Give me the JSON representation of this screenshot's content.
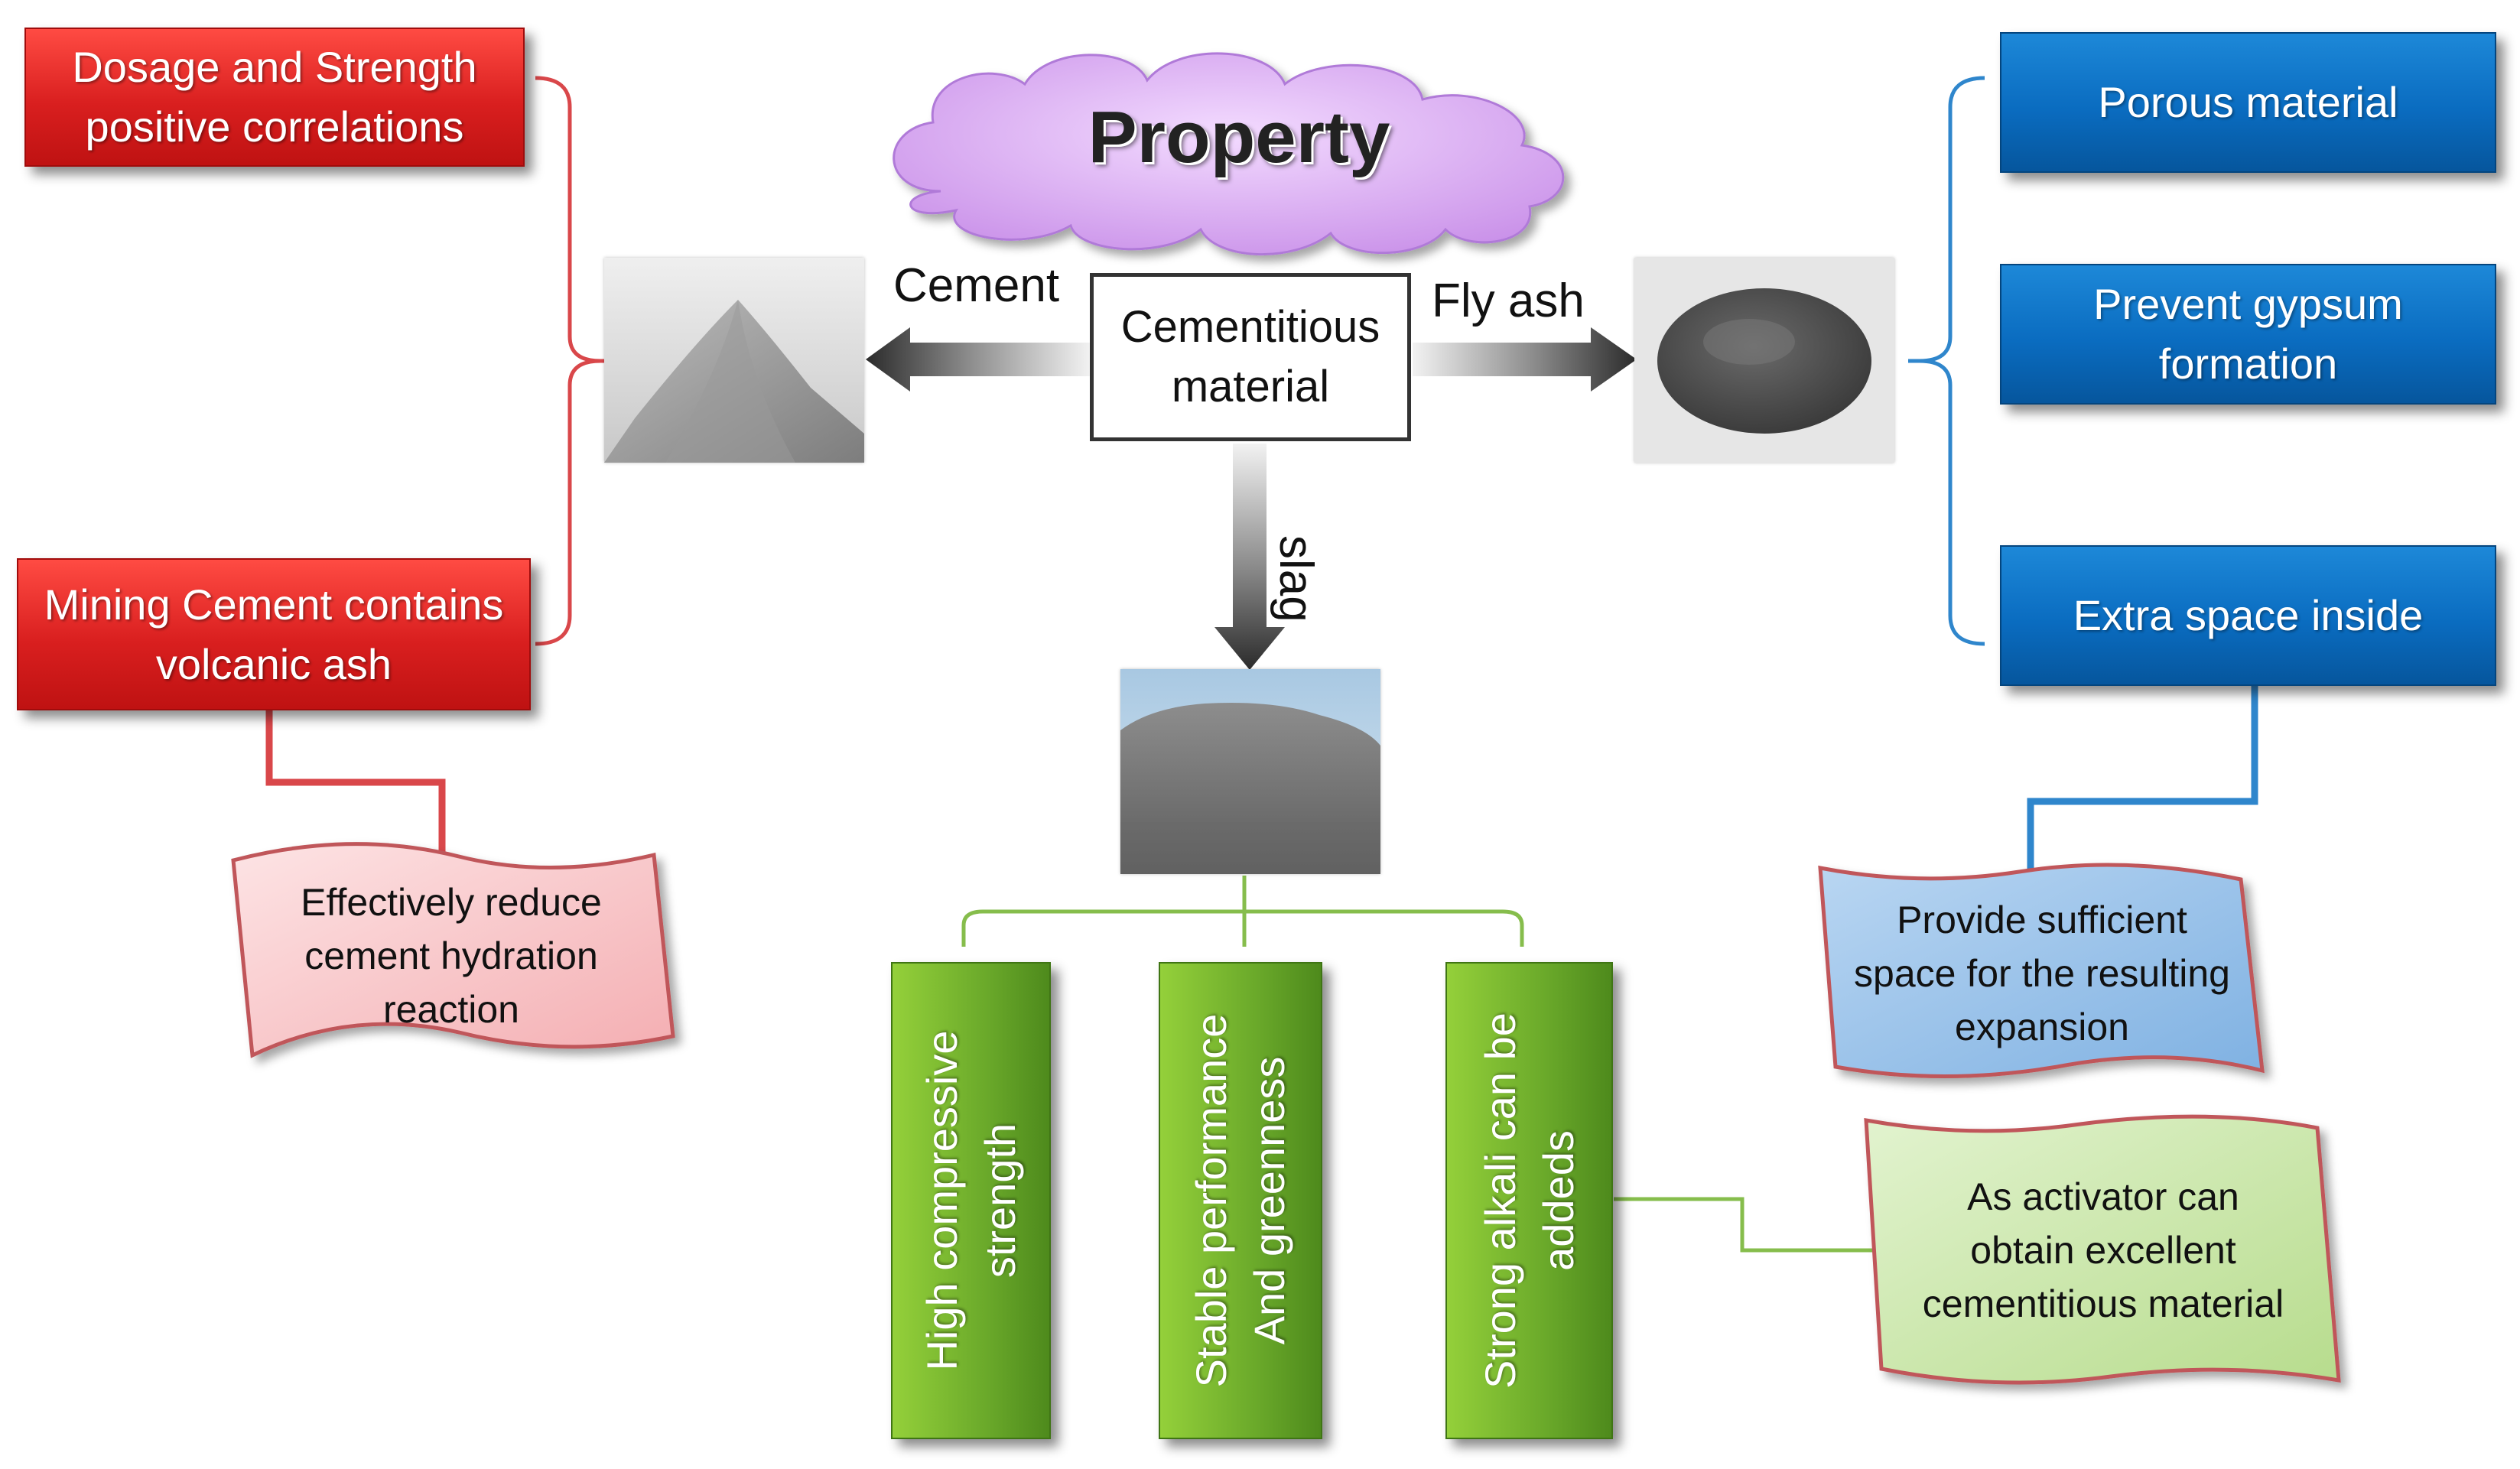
{
  "title": "Property",
  "center_label": "Cementitious material",
  "arrows": {
    "left": "Cement",
    "right": "Fly ash",
    "down": "slag"
  },
  "left_boxes": {
    "top": "Dosage and Strength positive correlations",
    "bottom": "Mining Cement contains volcanic ash",
    "note": "Effectively reduce cement hydration reaction"
  },
  "right_boxes": {
    "top": "Porous material",
    "middle": "Prevent gypsum formation",
    "bottom": "Extra space inside",
    "note": "Provide sufficient space for the resulting expansion"
  },
  "slag_properties": [
    "High compressive strength",
    "Stable performance And greenness",
    "Strong alkali can be addeds"
  ],
  "slag_note": "As activator can obtain excellent cementitious material",
  "colors": {
    "red": "#d91f1f",
    "blue": "#0a6cc0",
    "green": "#6aa92a",
    "cloud": "#d9a8f2",
    "note_red": "#fbc9cc",
    "note_blue": "#9cc3e8",
    "note_green": "#c9e6a8"
  }
}
